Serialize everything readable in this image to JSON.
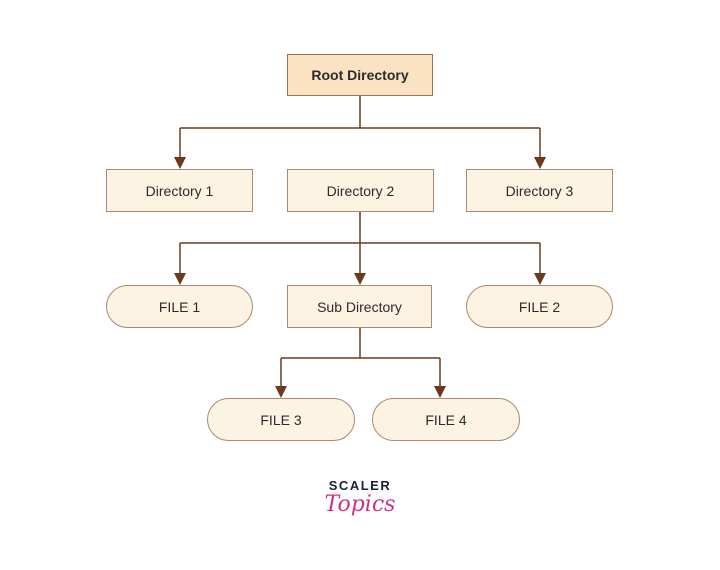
{
  "nodes": {
    "root": "Root Directory",
    "dir1": "Directory 1",
    "dir2": "Directory 2",
    "dir3": "Directory 3",
    "file1": "FILE 1",
    "subdir": "Sub Directory",
    "file2": "FILE 2",
    "file3": "FILE 3",
    "file4": "FILE 4"
  },
  "branding": {
    "line1": "SCALER",
    "line2": "Topics"
  },
  "colors": {
    "connector": "#6b3a1e",
    "node_fill": "#fdf3e3",
    "root_fill": "#fbe2c3",
    "node_border": "#a88a70",
    "brand_dark": "#1a1f3a",
    "brand_pink": "#d22f8a"
  }
}
